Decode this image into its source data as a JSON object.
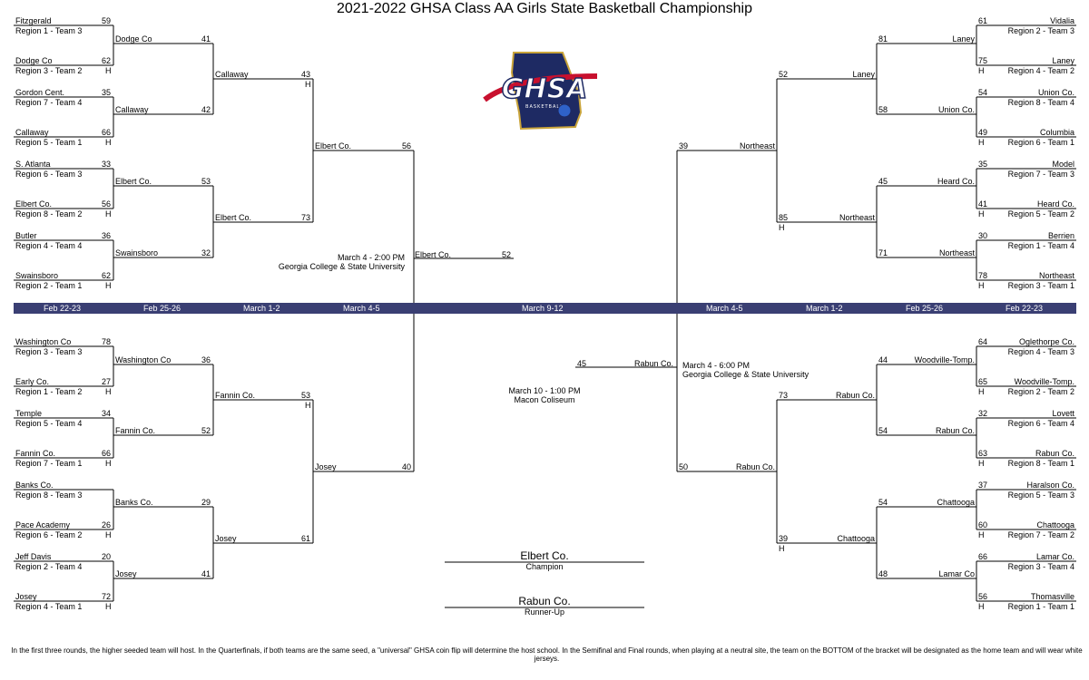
{
  "title": "2021-2022 GHSA Class AA Girls State Basketball Championship",
  "logo": {
    "text": "GHSA",
    "subtext": "BASKETBALL",
    "colors": {
      "navy": "#1e2a63",
      "gold": "#c9a43a",
      "red": "#c8102e",
      "blue": "#2f62c9"
    }
  },
  "rounds": {
    "left": [
      "Feb 22-23",
      "Feb 25-26",
      "March 1-2",
      "March 4-5"
    ],
    "center": "March 9-12",
    "right": [
      "March 4-5",
      "March 1-2",
      "Feb 25-26",
      "Feb 22-23"
    ]
  },
  "left_top": {
    "r1": [
      {
        "top": "Fitzgerald",
        "top_score": "59",
        "bottom": "Dodge Co",
        "bottom_score": "62",
        "top_seed": "Region 1 - Team 3",
        "bottom_seed": "Region 3 - Team 2",
        "host": "H"
      },
      {
        "top": "Gordon Cent.",
        "top_score": "35",
        "bottom": "Callaway",
        "bottom_score": "66",
        "top_seed": "Region 7 - Team 4",
        "bottom_seed": "Region 5 - Team 1",
        "host": "H"
      },
      {
        "top": "S. Atlanta",
        "top_score": "33",
        "bottom": "Elbert Co.",
        "bottom_score": "56",
        "top_seed": "Region 6 - Team 3",
        "bottom_seed": "Region 8 - Team 2",
        "host": "H"
      },
      {
        "top": "Butler",
        "top_score": "36",
        "bottom": "Swainsboro",
        "bottom_score": "62",
        "top_seed": "Region 4 - Team 4",
        "bottom_seed": "Region 2 - Team 1",
        "host": "H"
      }
    ],
    "r2": [
      {
        "top": "Dodge Co",
        "top_score": "41",
        "bottom": "Callaway",
        "bottom_score": "42"
      },
      {
        "top": "Elbert Co.",
        "top_score": "53",
        "bottom": "Swainsboro",
        "bottom_score": "32"
      }
    ],
    "r3": {
      "top": "Callaway",
      "top_score": "43",
      "bottom": "Elbert Co.",
      "bottom_score": "73",
      "host": "H"
    },
    "r4": {
      "team": "Elbert Co.",
      "score": "56"
    }
  },
  "left_bottom": {
    "r1": [
      {
        "top": "Washington Co",
        "top_score": "78",
        "bottom": "Early Co.",
        "bottom_score": "27",
        "top_seed": "Region 3 - Team 3",
        "bottom_seed": "Region 1 - Team 2",
        "host": "H"
      },
      {
        "top": "Temple",
        "top_score": "34",
        "bottom": "Fannin Co.",
        "bottom_score": "66",
        "top_seed": "Region 5 - Team 4",
        "bottom_seed": "Region 7 - Team 1",
        "host": "H"
      },
      {
        "top": "Banks Co.",
        "top_score": "",
        "bottom": "Pace Academy",
        "bottom_score": "26",
        "top_seed": "Region 8 - Team 3",
        "bottom_seed": "Region 6 - Team 2",
        "host": "H"
      },
      {
        "top": "Jeff Davis",
        "top_score": "20",
        "bottom": "Josey",
        "bottom_score": "72",
        "top_seed": "Region 2 - Team 4",
        "bottom_seed": "Region 4 - Team 1",
        "host": "H"
      }
    ],
    "r2": [
      {
        "top": "Washington Co",
        "top_score": "36",
        "bottom": "Fannin Co.",
        "bottom_score": "52"
      },
      {
        "top": "Banks Co.",
        "top_score": "29",
        "bottom": "Josey",
        "bottom_score": "41"
      }
    ],
    "r3": {
      "top": "Fannin Co.",
      "top_score": "53",
      "bottom": "Josey",
      "bottom_score": "61",
      "host": "H"
    },
    "r4": {
      "team": "Josey",
      "score": "40"
    }
  },
  "right_top": {
    "r1": [
      {
        "top": "Vidalia",
        "top_score": "61",
        "bottom": "Laney",
        "bottom_score": "75",
        "top_seed": "Region 2 - Team 3",
        "bottom_seed": "Region 4 - Team 2",
        "host": "H"
      },
      {
        "top": "Union Co.",
        "top_score": "54",
        "bottom": "Columbia",
        "bottom_score": "49",
        "top_seed": "Region  8 - Team 4",
        "bottom_seed": "Region 6 - Team 1",
        "host": "H"
      },
      {
        "top": "Model",
        "top_score": "35",
        "bottom": "Heard Co.",
        "bottom_score": "41",
        "top_seed": "Region 7 - Team 3",
        "bottom_seed": "Region 5 - Team 2",
        "host": "H"
      },
      {
        "top": "Berrien",
        "top_score": "30",
        "bottom": "Northeast",
        "bottom_score": "78",
        "top_seed": "Region 1 - Team 4",
        "bottom_seed": "Region 3 - Team 1",
        "host": "H"
      }
    ],
    "r2": [
      {
        "top": "Laney",
        "top_score": "81",
        "bottom": "Union Co.",
        "bottom_score": "58"
      },
      {
        "top": "Heard Co.",
        "top_score": "45",
        "bottom": "Northeast",
        "bottom_score": "71"
      }
    ],
    "r3": {
      "top": "Laney",
      "top_score": "52",
      "bottom": "Northeast",
      "bottom_score": "85",
      "host": "H"
    },
    "r4": {
      "team": "Northeast",
      "score": "39"
    }
  },
  "right_bottom": {
    "r1": [
      {
        "top": "Oglethorpe Co.",
        "top_score": "64",
        "bottom": "Woodville-Tomp.",
        "bottom_score": "65",
        "top_seed": "Region 4 - Team 3",
        "bottom_seed": "Region 2 - Team 2",
        "host": "H"
      },
      {
        "top": "Lovett",
        "top_score": "32",
        "bottom": "Rabun Co.",
        "bottom_score": "63",
        "top_seed": "Region 6 - Team 4",
        "bottom_seed": "Region 8 - Team 1",
        "host": "H"
      },
      {
        "top": "Haralson Co.",
        "top_score": "37",
        "bottom": "Chattooga",
        "bottom_score": "60",
        "top_seed": "Region 5 - Team 3",
        "bottom_seed": "Region 7 - Team 2",
        "host": "H"
      },
      {
        "top": "Lamar Co.",
        "top_score": "66",
        "bottom": "Thomasville",
        "bottom_score": "56",
        "top_seed": "Region 3 - Team 4",
        "bottom_seed": "Region 1 - Team 1",
        "host": "H"
      }
    ],
    "r2": [
      {
        "top": "Woodville-Tomp.",
        "top_score": "44",
        "bottom": "Rabun Co.",
        "bottom_score": "54"
      },
      {
        "top": "Chattooga",
        "top_score": "54",
        "bottom": "Lamar Co",
        "bottom_score": "48"
      }
    ],
    "r3": {
      "top": "Rabun Co.",
      "top_score": "73",
      "bottom": "Chattooga",
      "bottom_score": "39",
      "host": "H"
    },
    "r4": {
      "team": "Rabun Co.",
      "score": "50"
    }
  },
  "semis": {
    "left": {
      "team": "Elbert Co.",
      "score": "52",
      "date": "March 4 - 2:00 PM",
      "venue": "Georgia College & State University"
    },
    "right": {
      "team": "Rabun Co.",
      "score": "45",
      "date": "March 4 - 6:00 PM",
      "venue": "Georgia College & State University"
    }
  },
  "final": {
    "date": "March 10 - 1:00 PM",
    "venue": "Macon Coliseum",
    "champion": "Elbert Co.",
    "champion_label": "Champion",
    "runner_up": "Rabun Co.",
    "runner_up_label": "Runner-Up"
  },
  "footnote": "In the first three rounds, the higher seeded team will host. In the Quarterfinals, if both teams are the same seed, a \"universal\" GHSA coin flip will determine the host school. In the Semifinal and Final rounds, when playing at a neutral site, the team on the BOTTOM of the bracket will be designated as the home team and will wear white jerseys."
}
